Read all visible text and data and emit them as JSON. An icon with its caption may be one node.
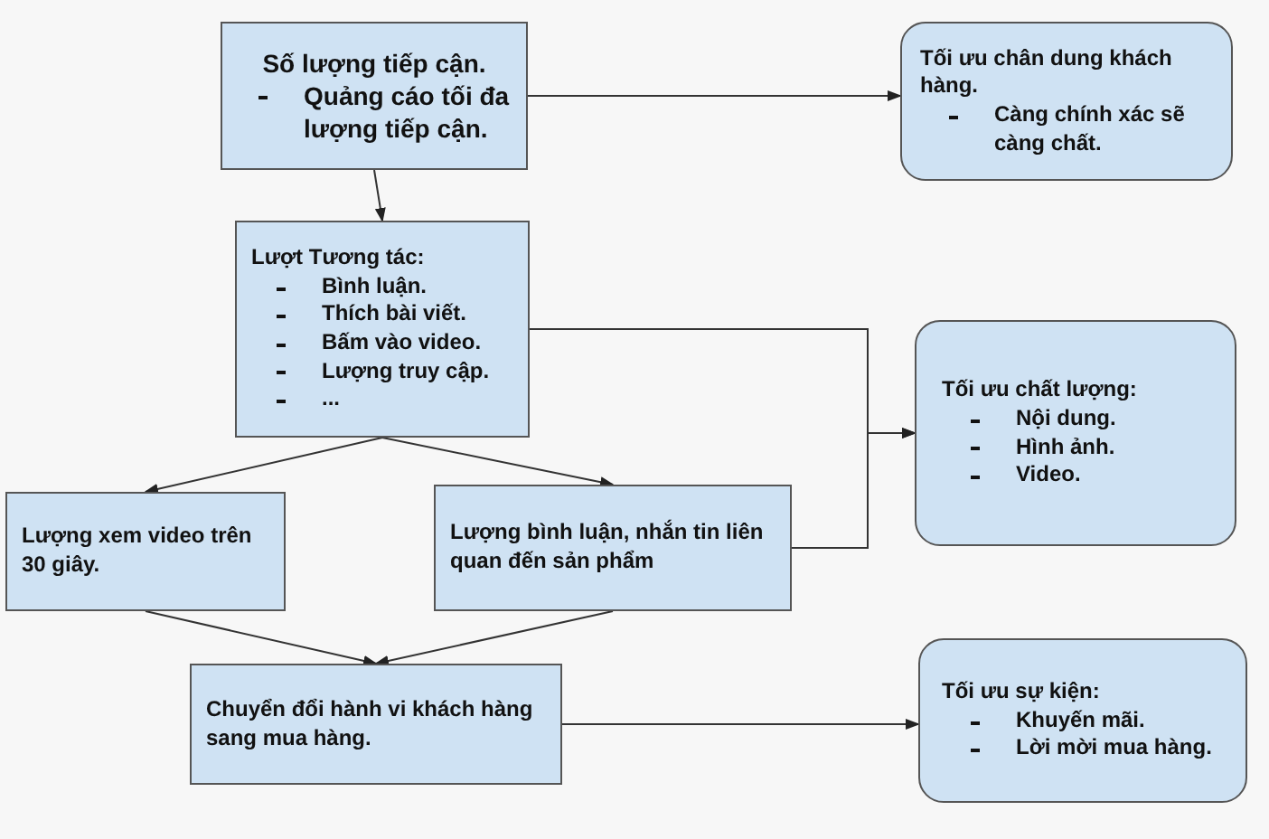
{
  "diagram": {
    "nodes": [
      {
        "text": [
          "Số lượng tiếp cận.",
          "Quảng cáo tối đa lượng tiếp cận."
        ]
      },
      {
        "text": [
          "Tối ưu chân dung khách hàng.",
          "Càng chính xác sẽ càng chất."
        ]
      },
      {
        "text": [
          "Lượt Tương tác:",
          "Bình luận.",
          "Thích bài viết.",
          "Bấm vào video.",
          "Lượng truy cập.",
          "..."
        ]
      },
      {
        "text": [
          "Tối ưu chất lượng:",
          "Nội dung.",
          "Hình ảnh.",
          "Video."
        ]
      },
      {
        "text": [
          "Lượng xem video trên 30 giây."
        ]
      },
      {
        "text": [
          "Lượng bình luận, nhắn tin liên quan đến sản phẩm"
        ]
      },
      {
        "text": [
          "Chuyển đổi hành vi khách hàng sang mua hàng."
        ]
      },
      {
        "text": [
          "Tối ưu sự kiện:",
          "Khuyến mãi.",
          "Lời mời mua hàng."
        ]
      }
    ],
    "edges": [
      {
        "from": 0,
        "to": 1,
        "arrow": "to"
      },
      {
        "from": 0,
        "to": 2,
        "arrow": "to"
      },
      {
        "from": 2,
        "to": 3,
        "arrow": "to"
      },
      {
        "from": 5,
        "to": 3,
        "arrow": "to"
      },
      {
        "from": 2,
        "to": 4,
        "arrow": "to"
      },
      {
        "from": 2,
        "to": 5,
        "arrow": "to"
      },
      {
        "from": 4,
        "to": 6,
        "arrow": "to"
      },
      {
        "from": 5,
        "to": 6,
        "arrow": "to"
      },
      {
        "from": 6,
        "to": 7,
        "arrow": "to"
      }
    ]
  }
}
